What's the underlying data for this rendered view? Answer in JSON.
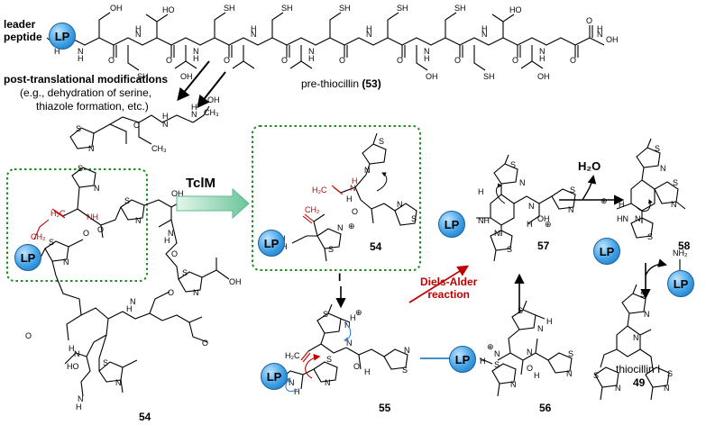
{
  "labels": {
    "leader_peptide": "leader\npeptide",
    "ptm_title": "post-translational modifications",
    "ptm_sub1": "(e.g., dehydration of serine,",
    "ptm_sub2": "thiazole formation, etc.)",
    "prethiocillin": "pre-thiocillin",
    "prethiocillin_num": "(53)",
    "enzyme": "TclM",
    "diels_alder_1": "Diels-Alder",
    "diels_alder_2": "reaction",
    "water": "H₂O",
    "thiocillin": "thiocillin I",
    "thiocillin_num": "49",
    "roman_one": "I",
    "lp": "LP"
  },
  "compounds": [
    "54",
    "54",
    "55",
    "56",
    "57",
    "58"
  ],
  "colors": {
    "bond": "#000000",
    "highlight": "#c00000",
    "box": "#1e8c1e",
    "lp_fill": "#3da0e6",
    "enzyme_arrow": "#5dbb8e",
    "da_arrow": "#c00000",
    "blue_arrow": "#2a7fc0",
    "curly_blue": "#3a7fc8"
  }
}
